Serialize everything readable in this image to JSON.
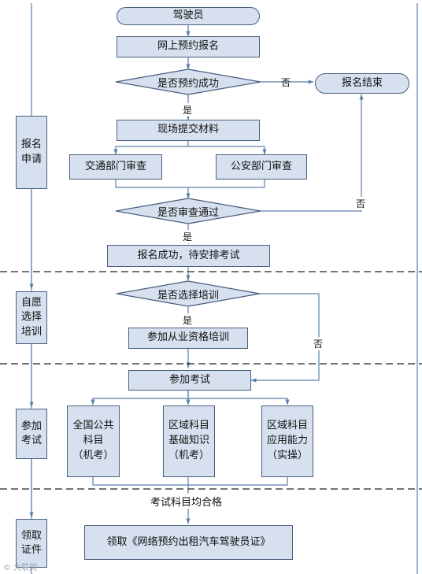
{
  "nodes": {
    "driver": "驾驶员",
    "online_register": "网上预约报名",
    "reserve_success": "是否预约成功",
    "register_end": "报名结束",
    "submit_materials": "现场提交材料",
    "traffic_review": "交通部门审查",
    "police_review": "公安部门审查",
    "review_passed": "是否审查通过",
    "register_success": "报名成功，待安排考试",
    "choose_training": "是否选择培训",
    "attend_training": "参加从业资格培训",
    "attend_exam": "参加考试",
    "national_subject": "全国公共\n科目\n（机考）",
    "regional_knowledge": "区域科目\n基础知识\n（机考）",
    "regional_ability": "区域科目\n应用能力\n（实操）",
    "receive_cert": "领取《网络预约出租汽车驾驶员证》"
  },
  "phases": {
    "apply": "报名\n申请",
    "training": "自愿\n选择\n培训",
    "exam": "参加\n考试",
    "certificate": "领取\n证件"
  },
  "labels": {
    "yes": "是",
    "no": "否",
    "all_passed": "考试科目均合格"
  },
  "watermark": "© 大联网",
  "colors": {
    "box_fill": "#d6e0ee",
    "box_border": "#4a5f7e",
    "line": "#5b7fae",
    "dashed": "#222222"
  }
}
